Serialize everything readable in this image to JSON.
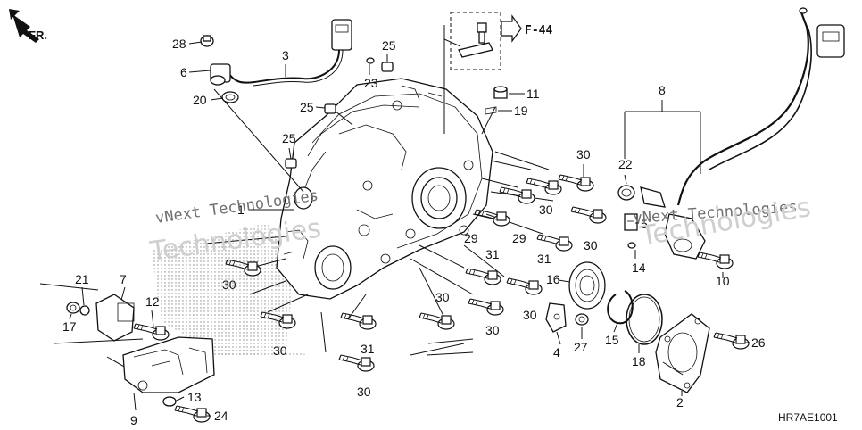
{
  "diagram": {
    "direction_label": "FR.",
    "reference_label": "F-44",
    "diagram_code": "HR7AE1001",
    "watermarks": [
      "vNext Technologies",
      "Technologies"
    ],
    "callouts": [
      {
        "id": "c28",
        "label": "28"
      },
      {
        "id": "c6",
        "label": "6"
      },
      {
        "id": "c3",
        "label": "3"
      },
      {
        "id": "c20",
        "label": "20"
      },
      {
        "id": "c25a",
        "label": "25"
      },
      {
        "id": "c23",
        "label": "23"
      },
      {
        "id": "c25b",
        "label": "25"
      },
      {
        "id": "c25c",
        "label": "25"
      },
      {
        "id": "c11",
        "label": "11"
      },
      {
        "id": "c19",
        "label": "19"
      },
      {
        "id": "c8",
        "label": "8"
      },
      {
        "id": "c22",
        "label": "22"
      },
      {
        "id": "c5",
        "label": "5"
      },
      {
        "id": "c14",
        "label": "14"
      },
      {
        "id": "c10",
        "label": "10"
      },
      {
        "id": "c1",
        "label": "1"
      },
      {
        "id": "c30a",
        "label": "30"
      },
      {
        "id": "c30b",
        "label": "30"
      },
      {
        "id": "c30c",
        "label": "30"
      },
      {
        "id": "c29a",
        "label": "29"
      },
      {
        "id": "c29b",
        "label": "29"
      },
      {
        "id": "c31a",
        "label": "31"
      },
      {
        "id": "c30d",
        "label": "30"
      },
      {
        "id": "c31b",
        "label": "31"
      },
      {
        "id": "c16",
        "label": "16"
      },
      {
        "id": "c30e",
        "label": "30"
      },
      {
        "id": "c30f",
        "label": "30"
      },
      {
        "id": "c30g",
        "label": "30"
      },
      {
        "id": "c30h",
        "label": "30"
      },
      {
        "id": "c31c",
        "label": "31"
      },
      {
        "id": "c30i",
        "label": "30"
      },
      {
        "id": "c30j",
        "label": "30"
      },
      {
        "id": "c27",
        "label": "27"
      },
      {
        "id": "c4",
        "label": "4"
      },
      {
        "id": "c15",
        "label": "15"
      },
      {
        "id": "c18",
        "label": "18"
      },
      {
        "id": "c26",
        "label": "26"
      },
      {
        "id": "c2",
        "label": "2"
      },
      {
        "id": "c21",
        "label": "21"
      },
      {
        "id": "c7",
        "label": "7"
      },
      {
        "id": "c17",
        "label": "17"
      },
      {
        "id": "c12",
        "label": "12"
      },
      {
        "id": "c9",
        "label": "9"
      },
      {
        "id": "c13",
        "label": "13"
      },
      {
        "id": "c24",
        "label": "24"
      }
    ]
  }
}
